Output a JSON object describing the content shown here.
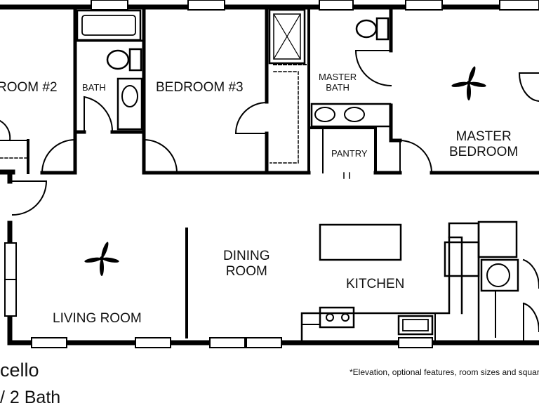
{
  "rooms": {
    "bedroom2": "ROOM #2",
    "bath": "BATH",
    "bedroom3": "BEDROOM #3",
    "master_bath_line1": "MASTER",
    "master_bath_line2": "BATH",
    "pantry": "PANTRY",
    "master_bedroom_line1": "MASTER",
    "master_bedroom_line2": "BEDROOM",
    "living_room": "LIVING ROOM",
    "dining_room_line1": "DINING",
    "dining_room_line2": "ROOM",
    "kitchen": "KITCHEN"
  },
  "footer": {
    "model_name": "cello",
    "bath_count": "/ 2 Bath",
    "disclaimer": "*Elevation, optional features, room sizes and square"
  },
  "colors": {
    "wall": "#000000",
    "background": "#ffffff"
  }
}
